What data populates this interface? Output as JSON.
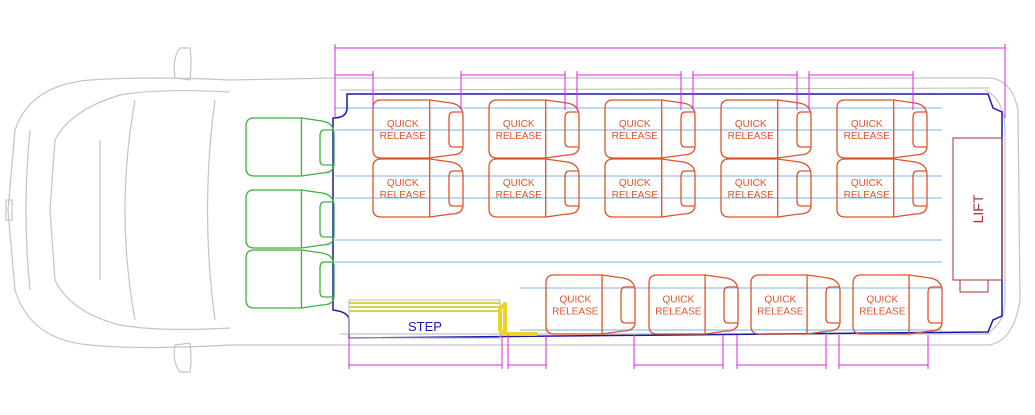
{
  "colors": {
    "seat": "#e0532a",
    "driver_seat": "#3cb13c",
    "floor_outline": "#1a1aa8",
    "track": "#a8cbec",
    "dimension": "#e020e0",
    "body": "#c4c4c4",
    "lift": "#a83232",
    "handrail": "#f0d020"
  },
  "seat_label": {
    "line1": "QUICK",
    "line2": "RELEASE"
  },
  "step_label": "STEP",
  "lift_label": "LIFT",
  "seat_rows": {
    "top_rows": 2,
    "top_columns": 5,
    "bottom_seats": 4,
    "driver_area_seats": 3
  }
}
